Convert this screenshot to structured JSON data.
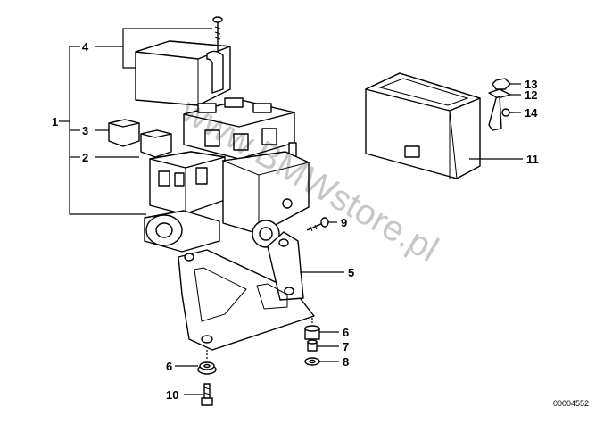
{
  "callouts": {
    "c1": "1",
    "c2": "2",
    "c3": "3",
    "c4": "4",
    "c5": "5",
    "c6a": "6",
    "c6b": "6",
    "c7": "7",
    "c8": "8",
    "c9": "9",
    "c10": "10",
    "c11": "11",
    "c12": "12",
    "c13": "13",
    "c14": "14"
  },
  "diagram_ref": "00004552",
  "watermark": "www.BMWstore.pl",
  "colors": {
    "line": "#000000",
    "background": "#ffffff"
  }
}
